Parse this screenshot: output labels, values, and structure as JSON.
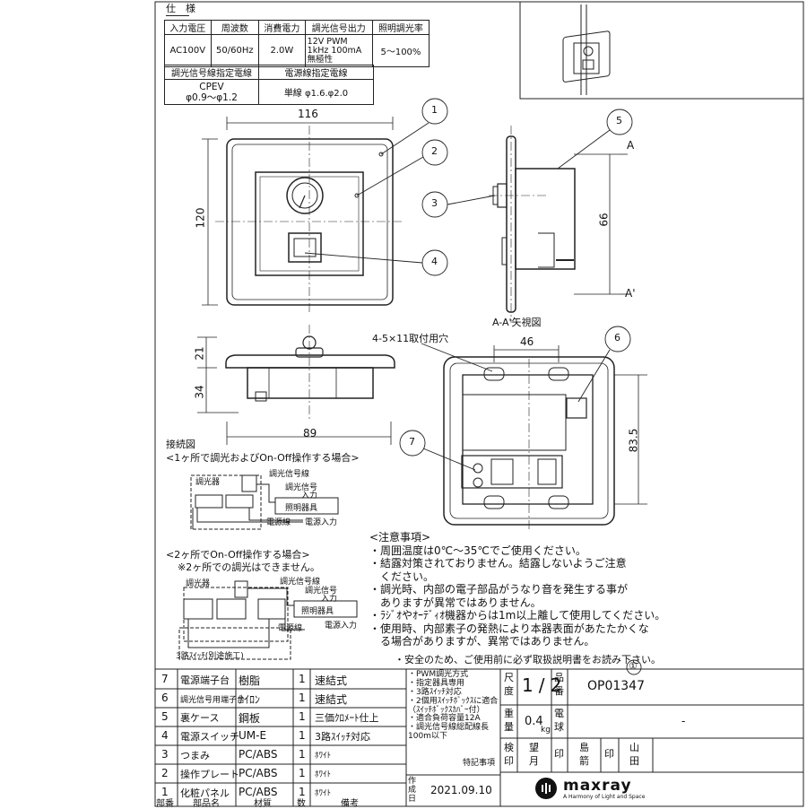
{
  "spec": {
    "title": "仕　様",
    "headers": [
      "入力電圧",
      "周波数",
      "消費電力",
      "調光信号出力",
      "照明調光率"
    ],
    "values": [
      "AC100V",
      "50/60Hz",
      "2.0W",
      "",
      "5～100%"
    ],
    "signal_output": [
      "12V PWM",
      "1kHz 100mA",
      "無極性"
    ],
    "wire_headers": [
      "調光信号線指定電線",
      "電源線指定電線"
    ],
    "wire_values": [
      "CPEV",
      "φ0.9～φ1.2",
      "単線 φ1.6.φ2.0"
    ]
  },
  "dims": {
    "w116": "116",
    "h120": "120",
    "w46": "46",
    "h66": "66",
    "h83": "83.5",
    "h21": "21",
    "h34": "34",
    "w89": "89",
    "section": "A-A'矢視図",
    "holes": "4-5×11取付用穴",
    "a_top": "A",
    "a_bottom": "A'"
  },
  "callouts": [
    "1",
    "2",
    "3",
    "4",
    "5",
    "6",
    "7"
  ],
  "wiring": {
    "title": "接続図",
    "case1": "<1ヶ所で調光およびOn-Off操作する場合>",
    "case2": "<2ヶ所でOn-Off操作する場合>",
    "case2_note": "※2ヶ所での調光はできません。",
    "dimmer": "調光器",
    "signal_line": "調光信号線",
    "signal_in": [
      "調光信号",
      "入力"
    ],
    "fixture": "照明器具",
    "power_line": "電源線",
    "power_in": "電源入力",
    "switch3": "3路ｽｲｯﾁ(別途施工)"
  },
  "notes": [
    "<注意事項>",
    "・周囲温度は0℃～35℃でご使用ください。",
    "・結露対策されておりません。結露しないようご注意",
    "　ください。",
    "・調光時、内部の電子部品がうなり音を発生する事が",
    "　ありますが異常ではありません。",
    "・ﾗｼﾞｵやｵｰﾃﾞｨｵ機器からは1m以上離して使用してください。",
    "・使用時、内部素子の発熱により本器表面があたたかくな",
    "　る場合がありますが、異常ではありません。"
  ],
  "circle1": "①",
  "safety": "・安全のため、ご使用前に必ず取扱説明書をお読み下さい。",
  "parts": [
    {
      "no": "7",
      "name": "電源端子台",
      "mat": "樹脂",
      "qty": "1",
      "note": "速結式"
    },
    {
      "no": "6",
      "name": "調光信号用端子台",
      "mat": "ﾅｲﾛﾝ",
      "qty": "1",
      "note": "速結式"
    },
    {
      "no": "5",
      "name": "裏ケース",
      "mat": "鋼板",
      "qty": "1",
      "note": "三価ｸﾛﾒｰﾄ仕上"
    },
    {
      "no": "4",
      "name": "電源スイッチ",
      "mat": "UM-E",
      "qty": "1",
      "note": "3路ｽｲｯﾁ対応"
    },
    {
      "no": "3",
      "name": "つまみ",
      "mat": "PC/ABS",
      "qty": "1",
      "note": "ﾎﾜｲﾄ"
    },
    {
      "no": "2",
      "name": "操作プレート",
      "mat": "PC/ABS",
      "qty": "1",
      "note": "ﾎﾜｲﾄ"
    },
    {
      "no": "1",
      "name": "化粧パネル",
      "mat": "PC/ABS",
      "qty": "1",
      "note": "ﾎﾜｲﾄ"
    }
  ],
  "parts_header": {
    "no": "部番",
    "name": "部品名",
    "mat": "材質",
    "qty": "数",
    "note": "備考"
  },
  "remarks": [
    "・PWM調光方式",
    "・指定器具専用",
    "・3路ｽｲｯﾁ対応",
    "・2個用ｽｲｯﾁﾎﾞｯｸｽに適合",
    "（ｽｲｯﾁﾎﾞｯｸｽｶﾊﾞｰ付）",
    "・適合負荷容量12A",
    "・調光信号線総配線長",
    "100m以下"
  ],
  "remark_label": "特記事項",
  "title_block": {
    "scale_label": "尺度",
    "scale_value": "1/2",
    "hinban_label": "品番",
    "hinban": "OP01347",
    "weight_label": "重量",
    "weight": "0.4",
    "weight_unit": "kg",
    "lamp_label": "電球",
    "lamp": "-",
    "inspect": "検印",
    "inspector1": "望月",
    "inspector2": "島箭",
    "inspector3": "山田",
    "stamp": "印",
    "created_label": "作成日",
    "date": "2021.09.10"
  },
  "brand": {
    "name": "maxray",
    "tagline": "A Harmony of Light and Space"
  }
}
